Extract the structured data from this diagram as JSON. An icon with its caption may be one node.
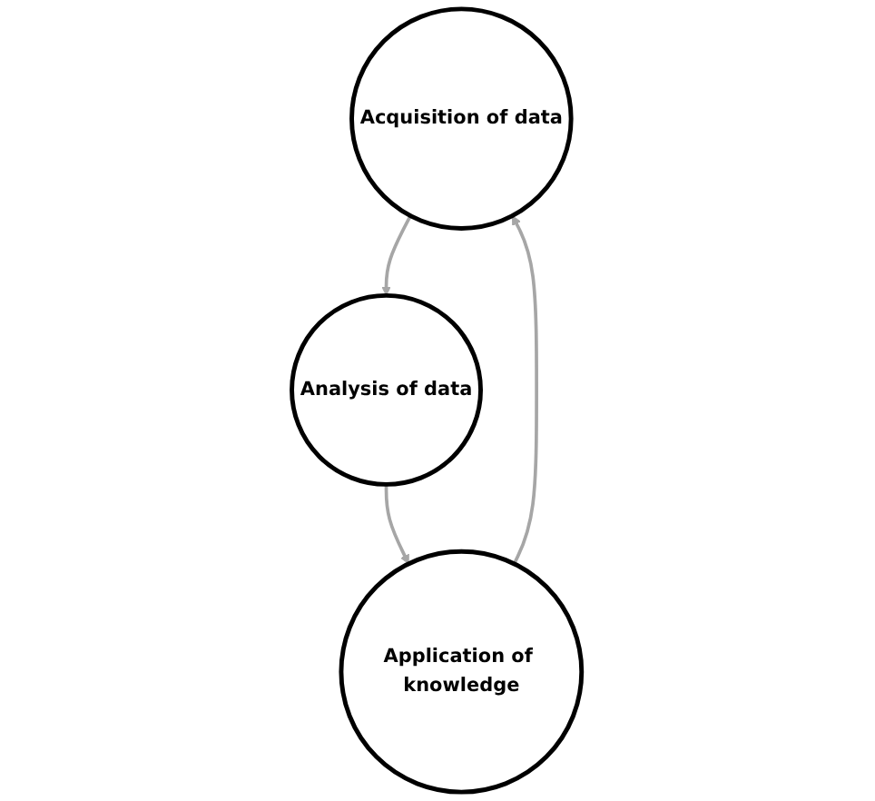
{
  "diagram": {
    "nodes": [
      {
        "text": [
          "Acquisition of data"
        ]
      },
      {
        "text": [
          "Analysis of data"
        ]
      },
      {
        "text": [
          "Application of knowledge"
        ]
      }
    ],
    "edges": [
      {
        "from": 0,
        "to": 1,
        "arrow": "to"
      },
      {
        "from": 1,
        "to": 2,
        "arrow": "to"
      },
      {
        "from": 2,
        "to": 0,
        "arrow": "to"
      }
    ]
  }
}
